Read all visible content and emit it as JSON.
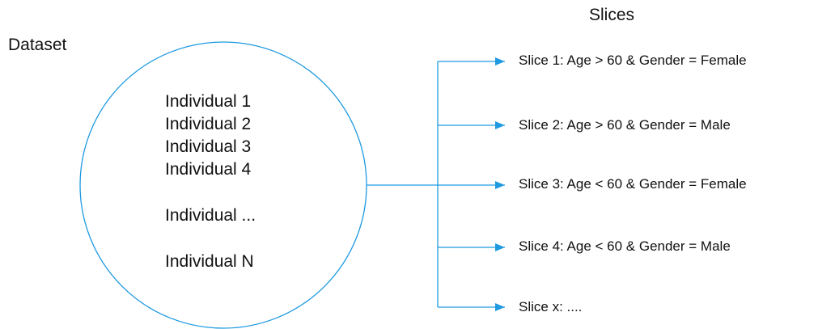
{
  "dataset_label": "Dataset",
  "slices_label": "Slices",
  "individuals": [
    "Individual 1",
    "Individual 2",
    "Individual 3",
    "Individual 4",
    "Individual ...",
    "Individual N"
  ],
  "slices": [
    "Slice 1: Age > 60 & Gender = Female",
    "Slice 2: Age > 60 & Gender = Male",
    "Slice 3: Age < 60 & Gender = Female",
    "Slice 4: Age < 60 & Gender = Male",
    "Slice x: ...."
  ],
  "colors": {
    "line": "#1f9ae0"
  }
}
